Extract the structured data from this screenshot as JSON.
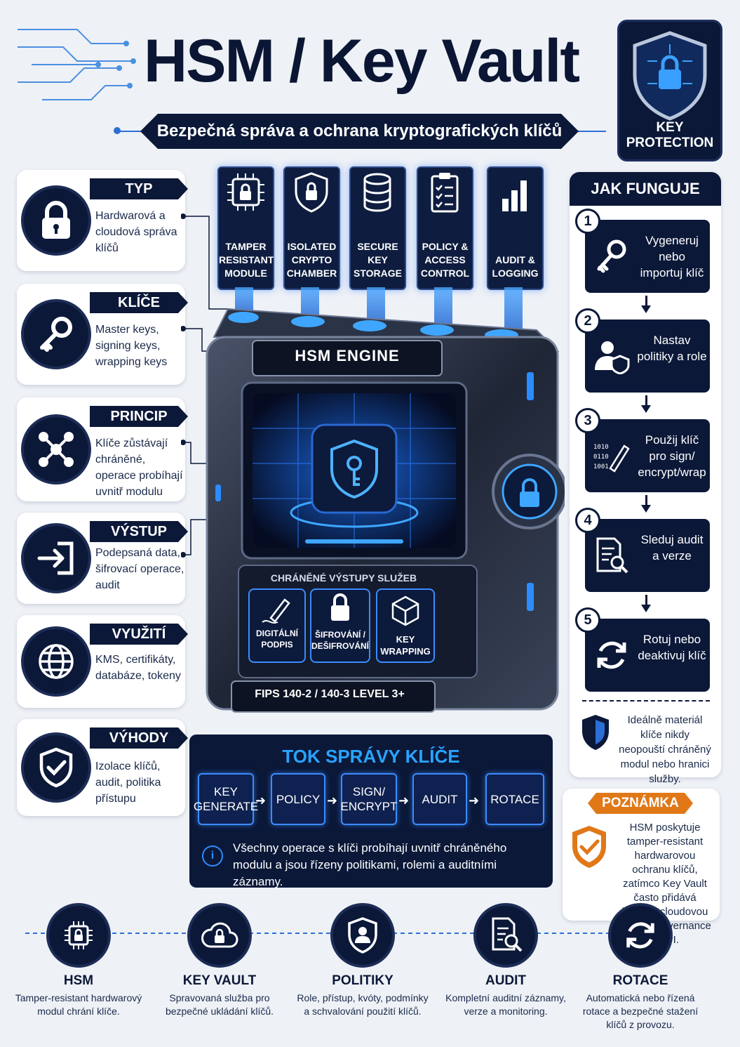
{
  "header": {
    "title": "HSM / Key Vault",
    "subtitle": "Bezpečná správa a ochrana kryptografických klíčů",
    "badge_line1": "KEY",
    "badge_line2": "PROTECTION"
  },
  "left_cards": [
    {
      "title": "TYP",
      "text": "Hardwarová a cloudová správa klíčů",
      "icon": "padlock-icon"
    },
    {
      "title": "KLÍČE",
      "text": "Master keys, signing keys, wrapping keys",
      "icon": "key-icon"
    },
    {
      "title": "PRINCIP",
      "text": "Klíče zůstávají chráněné, operace probíhají uvnitř modulu",
      "icon": "network-icon"
    },
    {
      "title": "VÝSTUP",
      "text": "Podepsaná data, šifrovací operace, audit",
      "icon": "output-icon"
    },
    {
      "title": "VYUŽITÍ",
      "text": "KMS, certifikáty, databáze, tokeny",
      "icon": "globe-icon"
    },
    {
      "title": "VÝHODY",
      "text": "Izolace klíčů, audit, politika přístupu",
      "icon": "shield-check-icon"
    }
  ],
  "modules": [
    {
      "label": "TAMPER RESISTANT MODULE",
      "icon": "chip-lock-icon"
    },
    {
      "label": "ISOLATED CRYPTO CHAMBER",
      "icon": "shield-lock-icon"
    },
    {
      "label": "SECURE KEY STORAGE",
      "icon": "database-icon"
    },
    {
      "label": "POLICY & ACCESS CONTROL",
      "icon": "clipboard-icon"
    },
    {
      "label": "AUDIT & LOGGING",
      "icon": "bar-chart-icon"
    }
  ],
  "engine": {
    "label": "HSM ENGINE",
    "outputs_title": "CHRÁNĚNÉ VÝSTUPY SLUŽEB",
    "outputs": [
      "DIGITÁLNÍ PODPIS",
      "ŠIFROVÁNÍ / DEŠIFROVÁNÍ",
      "KEY WRAPPING"
    ],
    "cert": "FIPS 140-2 / 140-3 LEVEL 3+"
  },
  "how_it_works": {
    "title": "JAK FUNGUJE",
    "steps": [
      {
        "num": "1",
        "text": "Vygeneruj nebo importuj klíč",
        "icon": "key-icon"
      },
      {
        "num": "2",
        "text": "Nastav politiky a role",
        "icon": "user-shield-icon"
      },
      {
        "num": "3",
        "text": "Použij klíč pro sign/ encrypt/wrap",
        "icon": "pen-icon"
      },
      {
        "num": "4",
        "text": "Sleduj audit a verze",
        "icon": "document-search-icon"
      },
      {
        "num": "5",
        "text": "Rotuj nebo deaktivuj klíč",
        "icon": "rotate-icon"
      }
    ],
    "note": "Ideálně materiál klíče nikdy neopouští chráněný modul nebo hranici služby."
  },
  "flow": {
    "title": "TOK SPRÁVY KLÍČE",
    "steps": [
      "KEY GENERATE",
      "POLICY",
      "SIGN/ ENCRYPT",
      "AUDIT",
      "ROTACE"
    ],
    "info": "Všechny operace s klíči probíhají uvnitř chráněného modulu a jsou řízeny politikami, rolemi a auditními záznamy."
  },
  "note": {
    "title": "POZNÁMKA",
    "text": "HSM poskytuje tamper-resistant hardwarovou ochranu klíčů, zatímco Key Vault často přidává řízenou cloudovou správu, governance a API."
  },
  "bottom": [
    {
      "title": "HSM",
      "text": "Tamper-resistant hardwarový modul chrání klíče.",
      "icon": "chip-lock-icon"
    },
    {
      "title": "KEY VAULT",
      "text": "Spravovaná služba pro bezpečné ukládání klíčů.",
      "icon": "cloud-lock-icon"
    },
    {
      "title": "POLITIKY",
      "text": "Role, přístup, kvóty, podmínky a schvalování použití klíčů.",
      "icon": "shield-user-icon"
    },
    {
      "title": "AUDIT",
      "text": "Kompletní auditní záznamy, verze a monitoring.",
      "icon": "document-search-icon"
    },
    {
      "title": "ROTACE",
      "text": "Automatická nebo řízená rotace a bezpečné stažení klíčů z provozu.",
      "icon": "rotate-icon"
    }
  ],
  "colors": {
    "navy": "#0b1838",
    "accent": "#2b6fd6",
    "glow": "#29a3ff",
    "orange": "#e07818"
  }
}
